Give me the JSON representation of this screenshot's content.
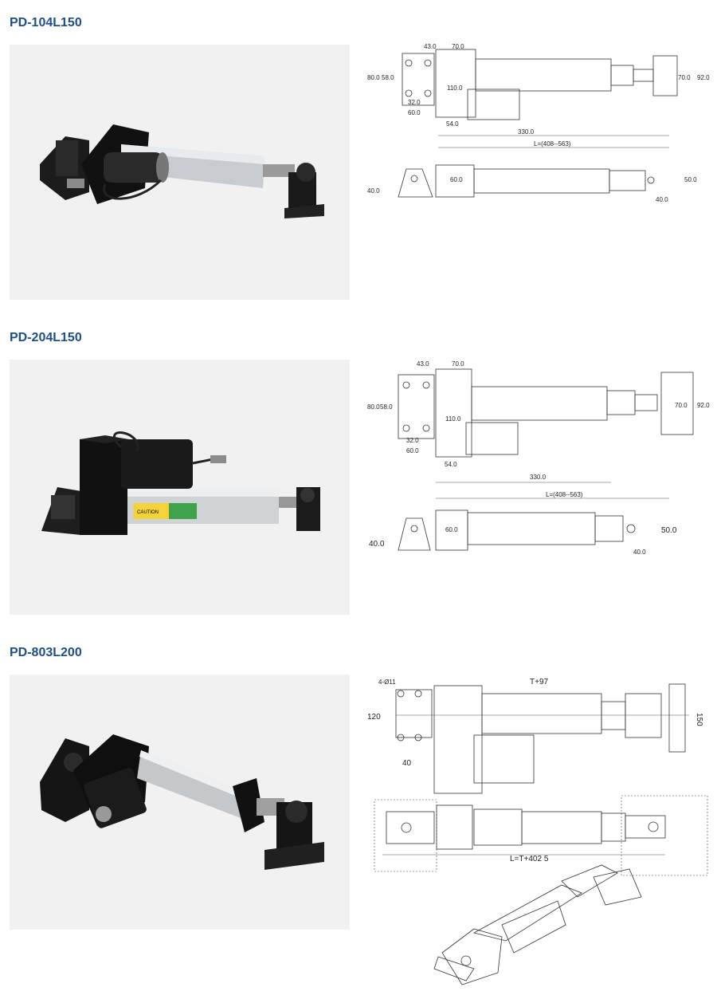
{
  "products": [
    {
      "title": "PD-104L150",
      "dims": {
        "d43": "43.0",
        "d70": "70.0",
        "d80": "80.0",
        "d58": "58.0",
        "d110": "110.0",
        "d32": "32.0",
        "d60": "60.0",
        "d54": "54.0",
        "d330": "330.0",
        "dL": "L=(408--563)",
        "d70b": "70.0",
        "d92": "92.0",
        "d40": "40.0",
        "d60b": "60.0",
        "d50": "50.0",
        "d40b": "40.0"
      }
    },
    {
      "title": "PD-204L150",
      "dims": {
        "d43": "43.0",
        "d70": "70.0",
        "d80": "80.0",
        "d58": "58.0",
        "d110": "110.0",
        "d32": "32.0",
        "d60": "60.0",
        "d54": "54.0",
        "d330": "330.0",
        "dL": "L=(408--563)",
        "d70b": "70.0",
        "d92": "92.0",
        "d40": "40.0",
        "d60b": "60.0",
        "d50": "50.0",
        "d40b": "40.0"
      },
      "label_caution": "CAUTION"
    },
    {
      "title": "PD-803L200",
      "dims": {
        "dT97": "T+97",
        "d120": "120",
        "d40": "40",
        "d150": "150",
        "dL": "L=T+402 5",
        "d4": "4-Ø11"
      }
    }
  ]
}
